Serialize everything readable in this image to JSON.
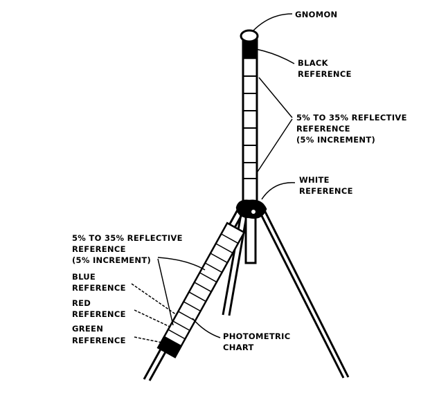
{
  "labels": {
    "gnomon": "GNOMON",
    "black_reference": [
      "BLACK",
      "REFERENCE"
    ],
    "mast_reflective": [
      "5% TO 35% REFLECTIVE",
      "REFERENCE",
      "(5% INCREMENT)"
    ],
    "white_reference": [
      "WHITE",
      "REFERENCE"
    ],
    "chart_reflective": [
      "5% TO 35% REFLECTIVE",
      "REFERENCE",
      "(5% INCREMENT)"
    ],
    "blue_reference": [
      "BLUE",
      "REFERENCE"
    ],
    "red_reference": [
      "RED",
      "REFERENCE"
    ],
    "green_reference": [
      "GREEN",
      "REFERENCE"
    ],
    "photometric_chart": [
      "PHOTOMETRIC",
      "CHART"
    ]
  }
}
